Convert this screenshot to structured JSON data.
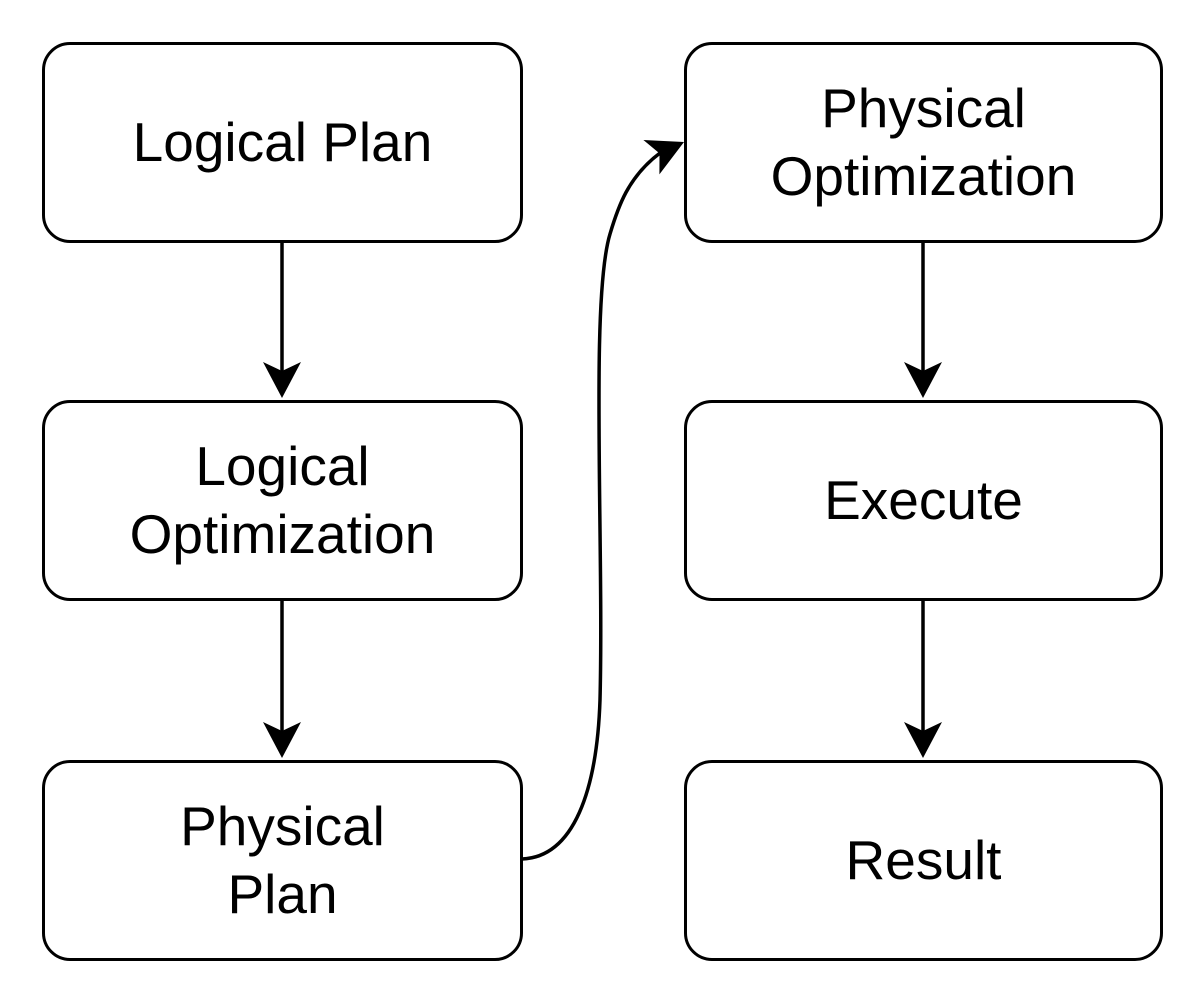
{
  "diagram": {
    "colors": {
      "background": "#ffffff",
      "stroke": "#000000",
      "text": "#000000"
    },
    "nodes": [
      {
        "id": "logical-plan",
        "label": "Logical Plan"
      },
      {
        "id": "logical-optimization",
        "label": "Logical\nOptimization"
      },
      {
        "id": "physical-plan",
        "label": "Physical\nPlan"
      },
      {
        "id": "physical-optimization",
        "label": "Physical\nOptimization"
      },
      {
        "id": "execute",
        "label": "Execute"
      },
      {
        "id": "result",
        "label": "Result"
      }
    ],
    "edges": [
      {
        "from": "Logical Plan",
        "to": "Logical Optimization"
      },
      {
        "from": "Logical Optimization",
        "to": "Physical Plan"
      },
      {
        "from": "Physical Plan",
        "to": "Physical Optimization"
      },
      {
        "from": "Physical Optimization",
        "to": "Execute"
      },
      {
        "from": "Execute",
        "to": "Result"
      }
    ]
  }
}
